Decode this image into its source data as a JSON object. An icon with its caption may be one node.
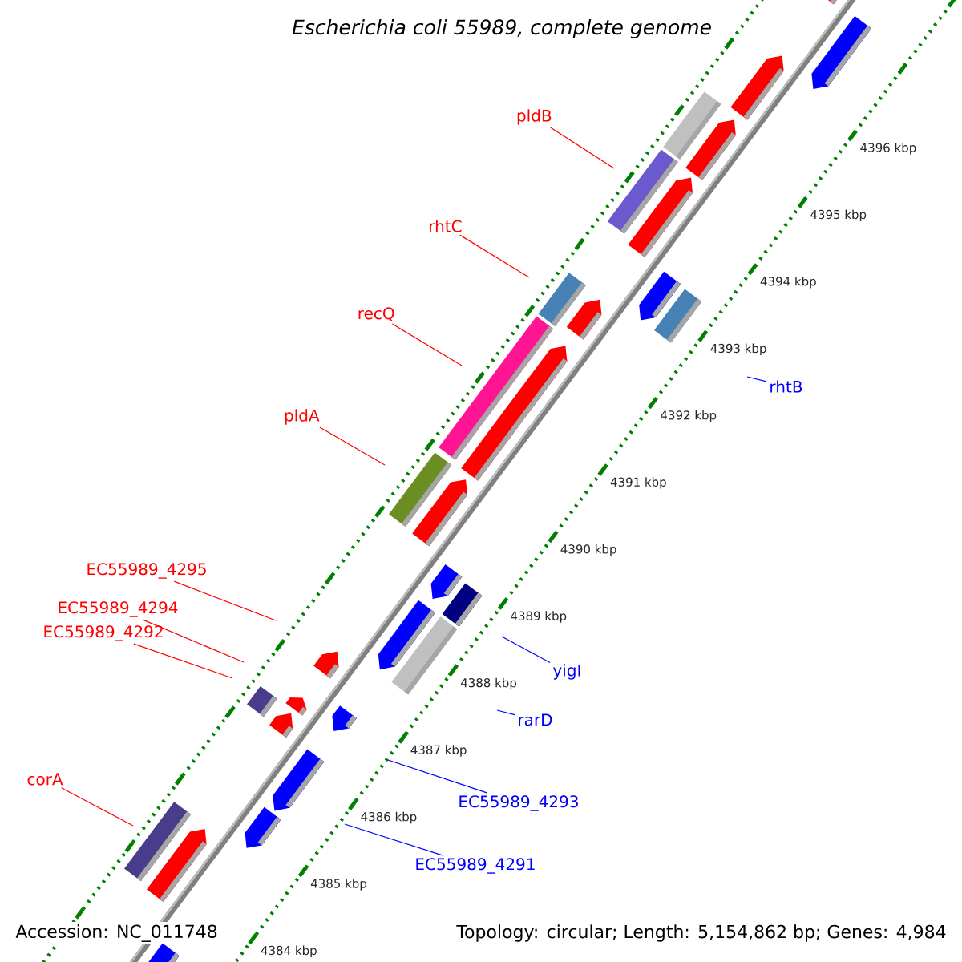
{
  "diagram": {
    "title": "Escherichia coli 55989, complete genome",
    "nodes": [
      {
        "text": [
          "pldB"
        ]
      },
      {
        "text": [
          "rhtC"
        ]
      },
      {
        "text": [
          "recQ"
        ]
      },
      {
        "text": [
          "rhtB"
        ]
      },
      {
        "text": [
          "pldA"
        ]
      },
      {
        "text": [
          "EC55989_4295"
        ]
      },
      {
        "text": [
          "EC55989_4294"
        ]
      },
      {
        "text": [
          "EC55989_4292"
        ]
      },
      {
        "text": [
          "yigI"
        ]
      },
      {
        "text": [
          "rarD"
        ]
      },
      {
        "text": [
          "corA"
        ]
      },
      {
        "text": [
          "EC55989_4293"
        ]
      },
      {
        "text": [
          "EC55989_4291"
        ]
      }
    ],
    "edges": [
      {
        "from": 0,
        "to": null,
        "arrow": "none"
      },
      {
        "from": 1,
        "to": null,
        "arrow": "none"
      },
      {
        "from": 2,
        "to": null,
        "arrow": "none"
      },
      {
        "from": 3,
        "to": null,
        "arrow": "none",
        "color": "#0000ff"
      },
      {
        "from": 4,
        "to": null,
        "arrow": "none"
      },
      {
        "from": 5,
        "to": null,
        "arrow": "none"
      },
      {
        "from": 6,
        "to": null,
        "arrow": "none"
      },
      {
        "from": 7,
        "to": null,
        "arrow": "none"
      },
      {
        "from": 8,
        "to": null,
        "arrow": "none",
        "color": "#0000ff"
      },
      {
        "from": 9,
        "to": null,
        "arrow": "none",
        "color": "#0000ff"
      },
      {
        "from": 10,
        "to": null,
        "arrow": "none"
      },
      {
        "from": 11,
        "to": null,
        "arrow": "none",
        "color": "#0000ff"
      },
      {
        "from": 12,
        "to": null,
        "arrow": "none",
        "color": "#0000ff"
      }
    ],
    "labels": [
      "4396 kbp",
      "4395 kbp",
      "4394 kbp",
      "4393 kbp",
      "4392 kbp",
      "4391 kbp",
      "4390 kbp",
      "4389 kbp",
      "4388 kbp",
      "4387 kbp",
      "4386 kbp",
      "4385 kbp",
      "4384 kbp",
      "Accession: NC_011748",
      "Topology: circular; Length: 5,154,862 bp; Genes: 4,984"
    ]
  }
}
